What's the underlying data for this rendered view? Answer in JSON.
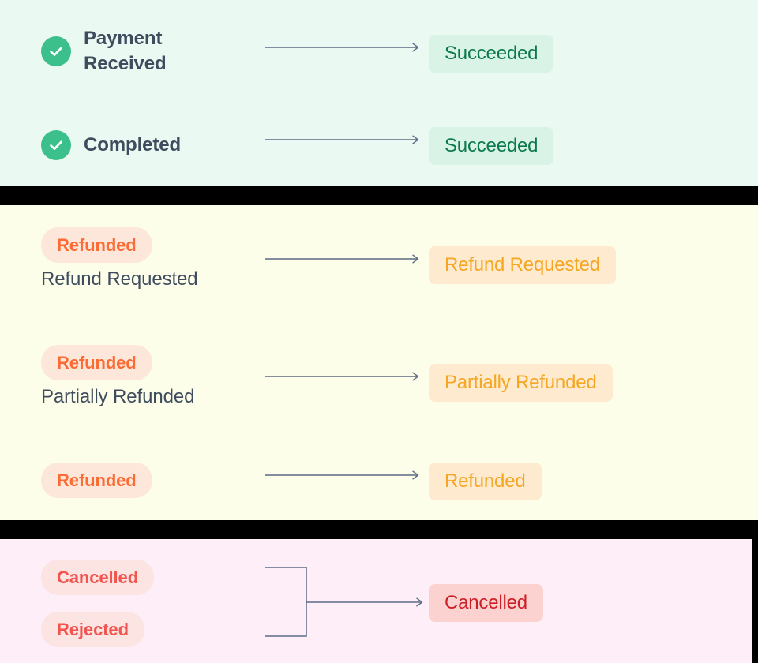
{
  "diagram": {
    "type": "status-mapping-flow",
    "arrow_color": "#5c6a85",
    "sections": [
      {
        "id": "success",
        "background": "#eafaf2",
        "rows": [
          {
            "id": "payment-received",
            "left": {
              "kind": "check-step",
              "icon": "check-circle-icon",
              "title": "Payment\nReceived",
              "title_line_1": "Payment",
              "title_line_2": "Received"
            },
            "connector": "arrow",
            "right": {
              "label": "Succeeded",
              "style": "green",
              "bg": "#d9f3e6",
              "fg": "#0d7a4c"
            }
          },
          {
            "id": "completed",
            "left": {
              "kind": "check-step",
              "icon": "check-circle-icon",
              "title": "Completed"
            },
            "connector": "arrow",
            "right": {
              "label": "Succeeded",
              "style": "green",
              "bg": "#d9f3e6",
              "fg": "#0d7a4c"
            }
          }
        ]
      },
      {
        "id": "refund",
        "background": "#fdfee9",
        "rows": [
          {
            "id": "refund-requested",
            "left": {
              "kind": "pill-with-label",
              "pill": "Refunded",
              "pill_bg": "#fde7da",
              "pill_fg": "#fb6b33",
              "label": "Refund Requested"
            },
            "connector": "arrow",
            "right": {
              "label": "Refund Requested",
              "style": "orange",
              "bg": "#fdeacf",
              "fg": "#f5a623"
            }
          },
          {
            "id": "partially-refunded",
            "left": {
              "kind": "pill-with-label",
              "pill": "Refunded",
              "pill_bg": "#fde7da",
              "pill_fg": "#fb6b33",
              "label": "Partially Refunded"
            },
            "connector": "arrow",
            "right": {
              "label": "Partially Refunded",
              "style": "orange",
              "bg": "#fdeacf",
              "fg": "#f5a623"
            }
          },
          {
            "id": "refunded",
            "left": {
              "kind": "pill-only",
              "pill": "Refunded",
              "pill_bg": "#fde7da",
              "pill_fg": "#fb6b33"
            },
            "connector": "arrow",
            "right": {
              "label": "Refunded",
              "style": "orange",
              "bg": "#fdeacf",
              "fg": "#f5a623"
            }
          }
        ]
      },
      {
        "id": "cancel",
        "background": "#fdeef7",
        "rows": [
          {
            "id": "cancelled",
            "left": {
              "kind": "pill-only",
              "pill": "Cancelled",
              "pill_bg": "#fbe4e2",
              "pill_fg": "#f2554f"
            }
          },
          {
            "id": "rejected",
            "left": {
              "kind": "pill-only",
              "pill": "Rejected",
              "pill_bg": "#fbe4e2",
              "pill_fg": "#f2554f"
            }
          }
        ],
        "connector": "bracket-merge-arrow",
        "right": {
          "label": "Cancelled",
          "style": "red",
          "bg": "#fbd2d0",
          "fg": "#cc2026"
        }
      }
    ]
  }
}
